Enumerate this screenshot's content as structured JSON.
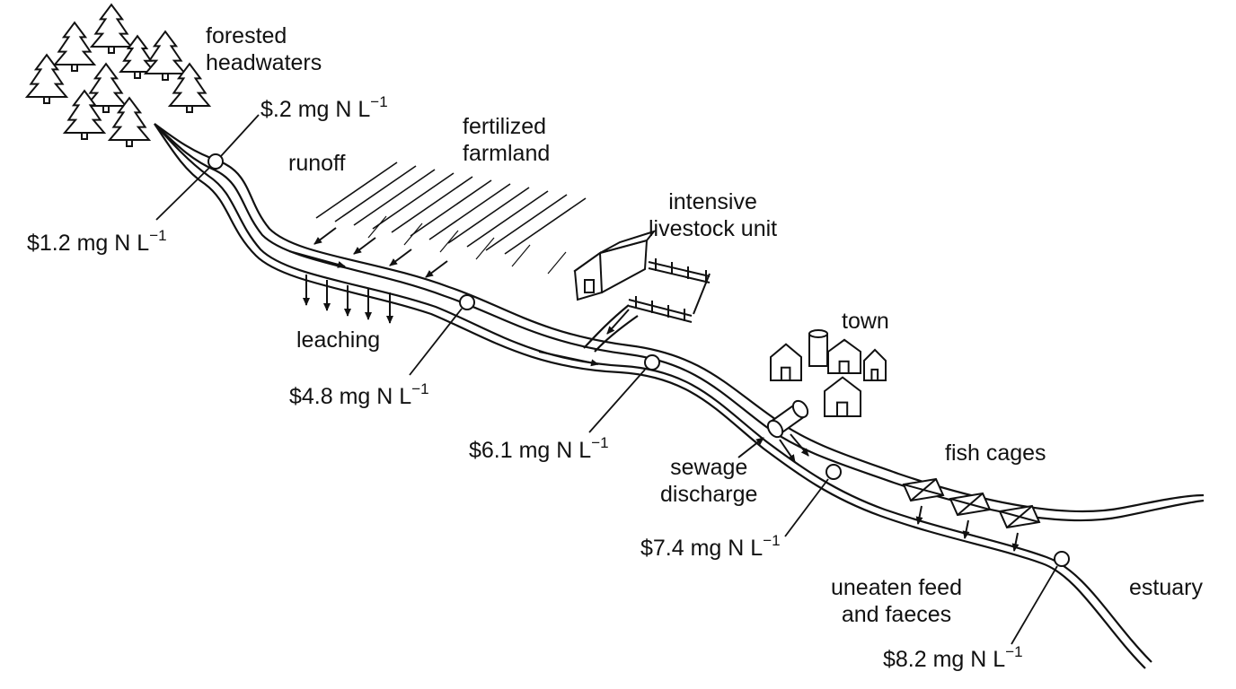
{
  "labels": {
    "forested_headwaters": [
      "forested",
      "headwaters"
    ],
    "runoff": "runoff",
    "fertilized_farmland": [
      "fertilized",
      "farmland"
    ],
    "leaching": "leaching",
    "intensive_livestock_unit": [
      "intensive",
      "livestock unit"
    ],
    "town": "town",
    "sewage_discharge": [
      "sewage",
      "discharge"
    ],
    "fish_cages": "fish cages",
    "uneaten_feed_and_faeces": [
      "uneaten feed",
      "and faeces"
    ],
    "estuary": "estuary"
  },
  "measurements": [
    {
      "value": "$.2 mg N L",
      "exponent": "−1"
    },
    {
      "value": "$1.2 mg N L",
      "exponent": "−1"
    },
    {
      "value": "$4.8 mg N L",
      "exponent": "−1"
    },
    {
      "value": "$6.1 mg N L",
      "exponent": "−1"
    },
    {
      "value": "$7.4 mg N L",
      "exponent": "−1"
    },
    {
      "value": "$8.2 mg N L",
      "exponent": "−1"
    }
  ],
  "icons": {
    "tree": "conifer-tree-icon",
    "sampling_point": "circle-marker",
    "barn": "barn-icon",
    "house": "house-icon",
    "pipe": "sewage-pipe-icon",
    "cage": "fish-cage-icon"
  }
}
